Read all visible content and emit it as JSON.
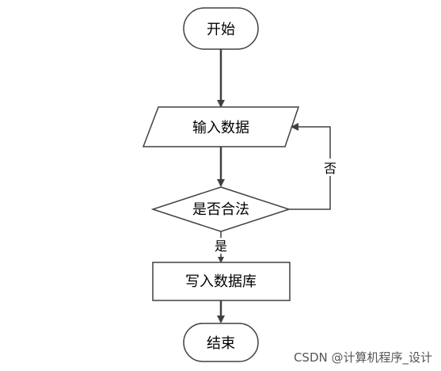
{
  "flowchart": {
    "start": "开始",
    "input": "输入数据",
    "decision": "是否合法",
    "yes_label": "是",
    "no_label": "否",
    "write": "写入数据库",
    "end": "结束"
  },
  "watermark": "CSDN @计算机程序_设计"
}
